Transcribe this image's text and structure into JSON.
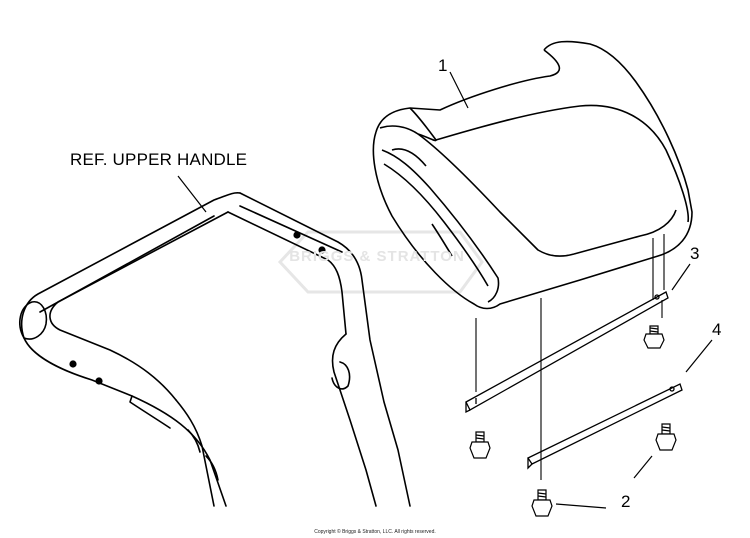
{
  "labels": {
    "ref_upper_handle": "REF. UPPER HANDLE",
    "callout_1": "1",
    "callout_2": "2",
    "callout_3": "3",
    "callout_4": "4"
  },
  "watermark": "BRIGGS & STRATTON",
  "copyright": "Copyright © Briggs & Stratton, LLC. All rights reserved.",
  "colors": {
    "line": "#000000",
    "watermark": "#e4e4e4",
    "background": "#ffffff"
  }
}
